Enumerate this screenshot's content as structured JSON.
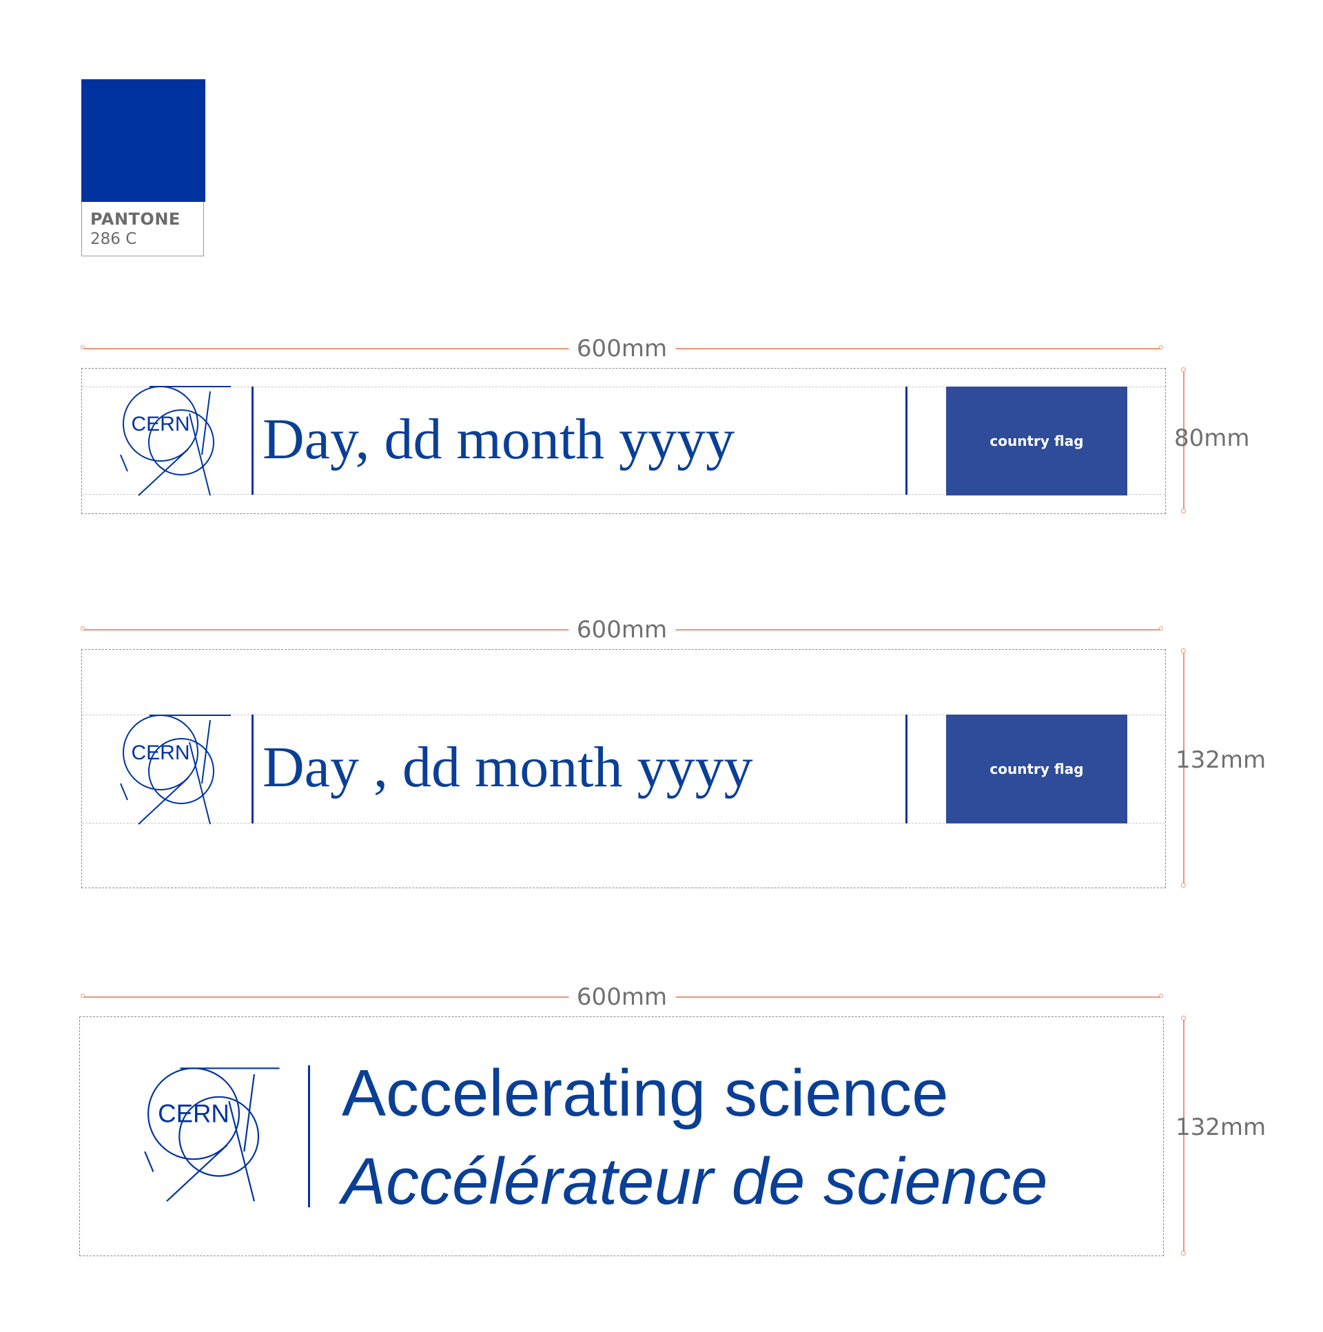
{
  "colors": {
    "cern_blue": "#0033a0",
    "text_blue": "#0a3f96",
    "flag_blue": "#2e4c99",
    "flag_text": "#ffffff",
    "dimension": "#e8967a",
    "dim_text": "#707070"
  },
  "swatch": {
    "name": "PANTONE",
    "code": "286 C"
  },
  "logo_text": "CERN",
  "banner_1": {
    "width_label": "600mm",
    "height_label": "80mm",
    "date_text": "Day, dd month yyyy",
    "flag_label": "country flag"
  },
  "banner_2": {
    "width_label": "600mm",
    "height_label": "132mm",
    "date_text": "Day , dd month yyyy",
    "flag_label": "country flag"
  },
  "banner_3": {
    "width_label": "600mm",
    "height_label": "132mm",
    "tagline_en": "Accelerating science",
    "tagline_fr": "Accélérateur de science"
  }
}
